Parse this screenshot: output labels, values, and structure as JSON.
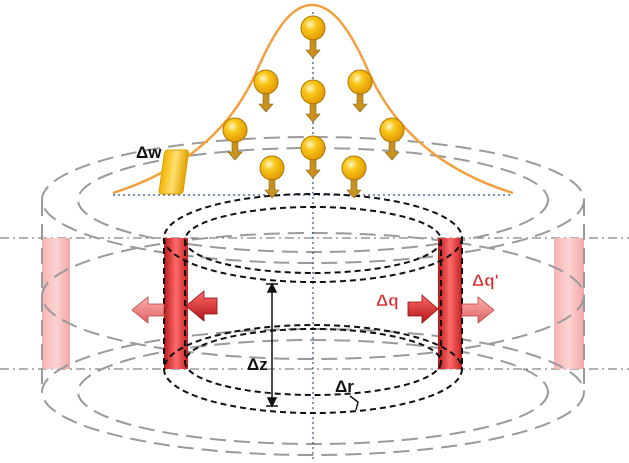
{
  "labels": {
    "delta_w": "Δw",
    "delta_q": "Δq",
    "delta_q_prime": "Δq'",
    "delta_z": "Δz",
    "delta_r": "Δr"
  },
  "colors": {
    "gaussian_curve": "#f2a03d",
    "particle_fill": "#f6b800",
    "particle_arrow": "#c9921e",
    "wall_red": "#e53d3d",
    "arrow_red": "#c71f1f",
    "arrow_light_red": "#f07a7a",
    "label_red": "#d92b2b",
    "ellipse_gray": "#9a9a9a",
    "ellipse_black": "#111111",
    "axis_blue": "#2b4f9e"
  },
  "icons": {
    "particle": "ball-with-down-arrow-icon",
    "flux_arrow": "block-arrow-icon"
  }
}
